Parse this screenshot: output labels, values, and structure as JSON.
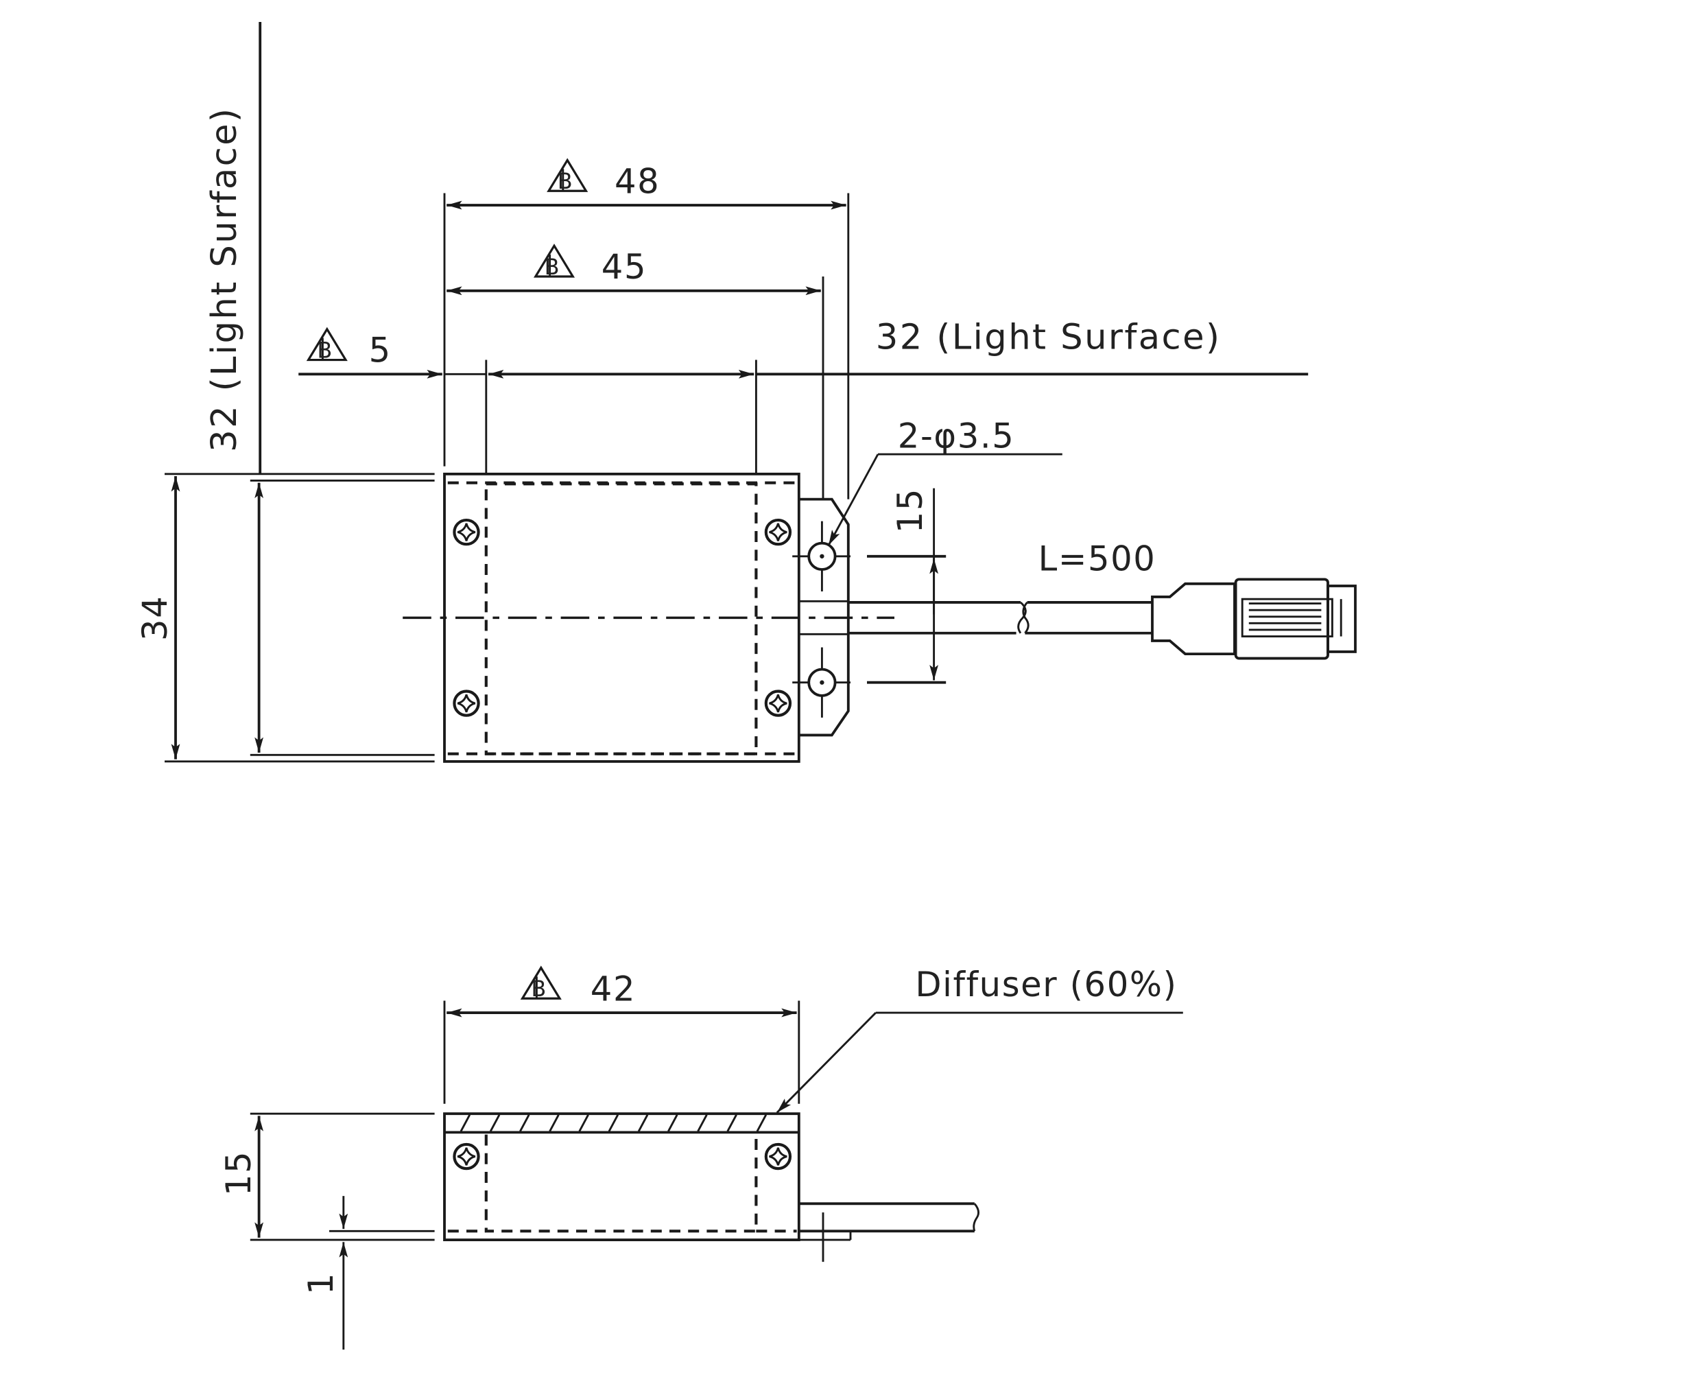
{
  "drawing": {
    "title": "LED light dimension drawing",
    "colors": {
      "line": "#1a1a1a",
      "background": "#ffffff"
    },
    "revision_mark": "B",
    "top_view": {
      "dim_overall_width": "48",
      "dim_body_width": "45",
      "dim_offset": "5",
      "light_surface_h": "32 (Light Surface)",
      "light_surface_v": "32 (Light Surface)",
      "dim_height": "34",
      "hole_callout": "2-φ3.5",
      "hole_pitch": "15",
      "cable_length": "L=500"
    },
    "side_view": {
      "dim_width": "42",
      "diffuser_label": "Diffuser (60%)",
      "dim_height": "15",
      "dim_bottom": "1"
    }
  }
}
